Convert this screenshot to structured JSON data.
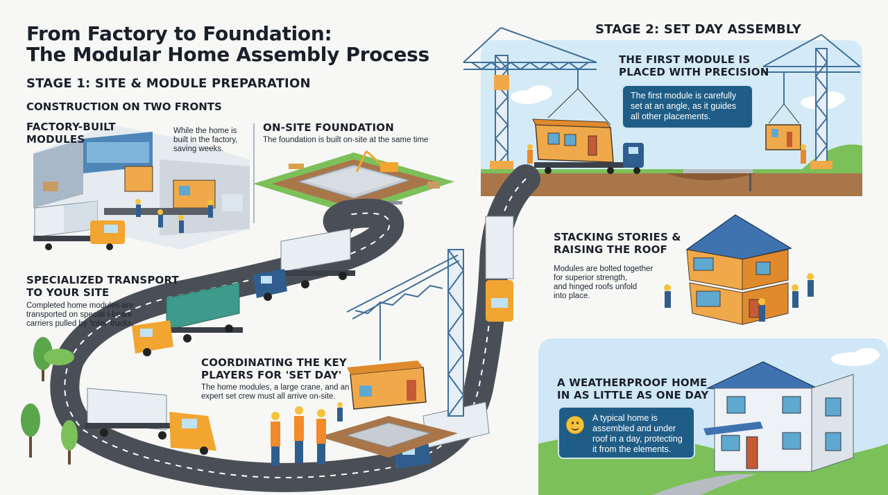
{
  "title": {
    "line1": "From Factory to Foundation:",
    "line2": "The Modular Home Assembly Process"
  },
  "stage1": {
    "heading": "STAGE 1: SITE & MODULE PREPARATION",
    "subheading": "CONSTRUCTION ON TWO FRONTS",
    "factory": {
      "title_line1": "FACTORY-BUILT",
      "title_line2": "MODULES",
      "body_line1": "While the home is",
      "body_line2": "built in the factory,",
      "body_line3": "saving weeks."
    },
    "foundation": {
      "title": "ON-SITE FOUNDATION",
      "body": "The foundation is built on-site at the same time"
    },
    "transport": {
      "title_line1": "SPECIALIZED TRANSPORT",
      "title_line2": "TO YOUR SITE",
      "body_line1": "Completed home modules are",
      "body_line2": "transported on special I-beam",
      "body_line3": "carriers pulled by 'toter' trucks."
    },
    "coordinating": {
      "title_line1": "COORDINATING THE KEY",
      "title_line2": "PLAYERS FOR 'SET DAY'",
      "body_line1": "The home modules, a large crane, and an",
      "body_line2": "expert set crew must all arrive on-site."
    }
  },
  "stage2": {
    "heading": "STAGE 2: SET DAY ASSEMBLY",
    "first_module": {
      "title_line1": "THE FIRST MODULE IS",
      "title_line2": "PLACED WITH PRECISION",
      "callout_line1": "The first module is carefully",
      "callout_line2": "set at an angle, as it guides",
      "callout_line3": "all other placements."
    },
    "stacking": {
      "title_line1": "STACKING STORIES &",
      "title_line2": "RAISING THE ROOF",
      "body_line1": "Modules are bolted together",
      "body_line2": "for superior strength,",
      "body_line3": "and hinged roofs unfold",
      "body_line4": "into place."
    },
    "weatherproof": {
      "title_line1": "A WEATHERPROOF HOME",
      "title_line2": "IN AS LITTLE AS ONE DAY",
      "icon": "smiley-face-icon",
      "callout_line1": "A typical home is",
      "callout_line2": "assembled and under",
      "callout_line3": "roof in a day, protecting",
      "callout_line4": "it from the elements."
    }
  },
  "colors": {
    "road": "#4a4f57",
    "module_orange": "#f0a94a",
    "callout_blue": "#1f5d86",
    "sky": "#c8e6f5",
    "grass": "#7cc05a",
    "crane": "#3f6f9c",
    "truck_orange": "#f2a531",
    "truck_blue": "#2f5e8e",
    "roof_blue": "#3f73b0"
  }
}
